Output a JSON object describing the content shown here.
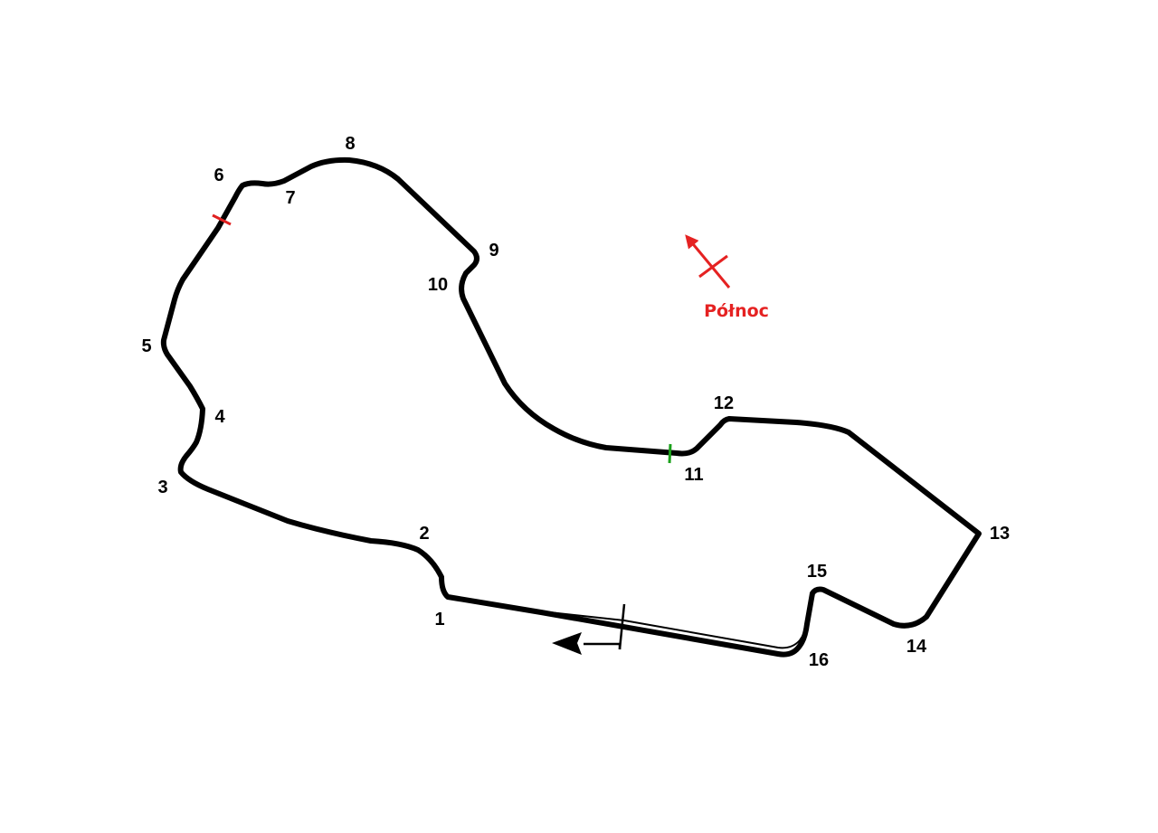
{
  "circuit": {
    "turns": [
      "1",
      "2",
      "3",
      "4",
      "5",
      "6",
      "7",
      "8",
      "9",
      "10",
      "11",
      "12",
      "13",
      "14",
      "15",
      "16"
    ],
    "track_color": "#000000",
    "sector_marker_colors": [
      "#e02020",
      "#1aa01a"
    ]
  },
  "compass": {
    "label": "Północ",
    "color": "#e52222",
    "icon": "north-arrow-icon"
  },
  "start_finish": {
    "direction_icon": "direction-arrow-icon"
  }
}
